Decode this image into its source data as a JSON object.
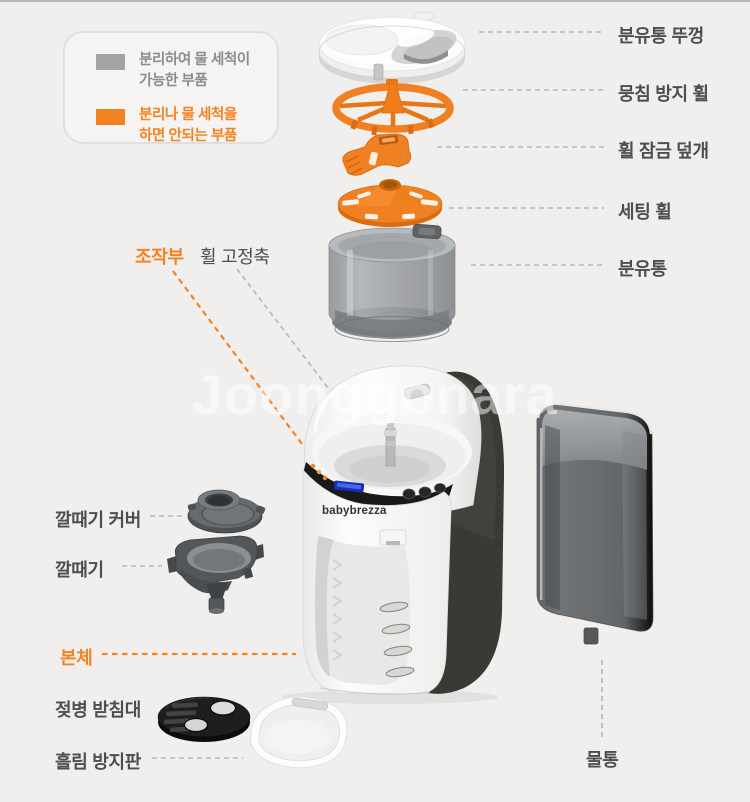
{
  "colors": {
    "accent_orange": "#f58220",
    "label_gray": "#4e4e4c",
    "legend_gray": "#8c8c8a",
    "swatch_gray": "#a3a3a1",
    "background": "#f0efed"
  },
  "legend": {
    "washable": {
      "swatch_color": "#a3a3a1",
      "line1": "분리하여 물 세척이",
      "line2": "가능한 부품"
    },
    "not_washable": {
      "swatch_color": "#f58220",
      "line1": "분리나 물 세척을",
      "line2": "하면 안되는 부품"
    }
  },
  "callouts": {
    "lid": "분유통 뚜껑",
    "anti_clump_wheel": "뭉침 방지 휠",
    "wheel_lock_cover": "휠 잠금 덮개",
    "setting_wheel": "세팅 휠",
    "formula_container": "분유통",
    "control_panel": "조작부",
    "wheel_shaft": "휠 고정축",
    "funnel_cover": "깔때기 커버",
    "funnel": "깔때기",
    "main_body": "본체",
    "bottle_stand": "젖병 받침대",
    "spill_plate": "흘림 방지판",
    "water_tank": "물통"
  },
  "brand_logo": "babybrezza",
  "watermark": "Joonggonara"
}
